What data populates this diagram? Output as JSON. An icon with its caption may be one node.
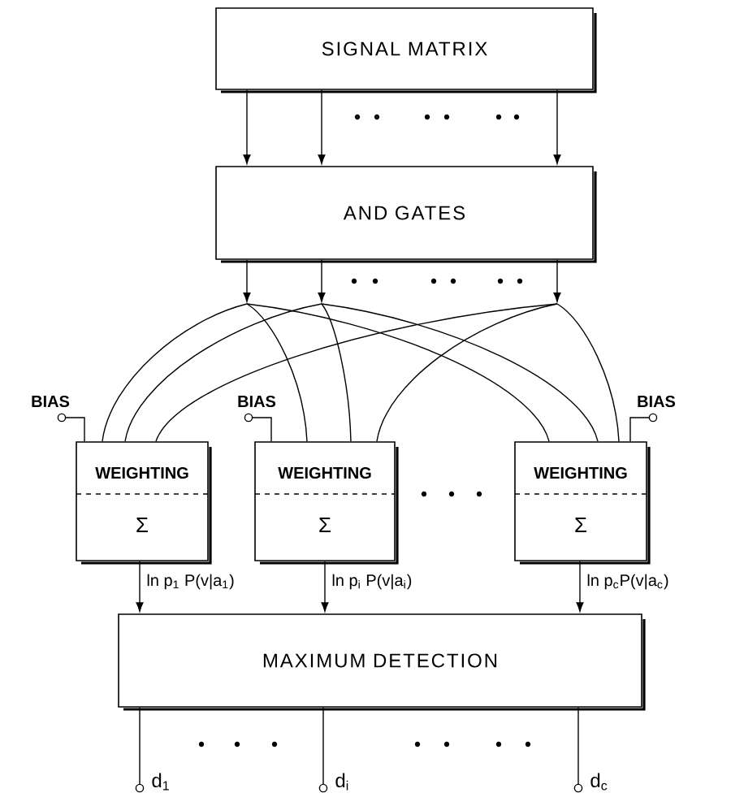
{
  "diagram": {
    "nodes": [
      {
        "text": [
          "SIGNAL MATRIX"
        ]
      },
      {
        "text": [
          "AND GATES"
        ]
      },
      {
        "text": [
          "WEIGHTING",
          "Σ"
        ]
      },
      {
        "text": [
          "WEIGHTING",
          "Σ"
        ]
      },
      {
        "text": [
          "WEIGHTING",
          "Σ"
        ]
      },
      {
        "text": [
          "MAXIMUM DETECTION"
        ]
      },
      {
        "text": [
          "BIAS"
        ]
      },
      {
        "text": [
          "BIAS"
        ]
      },
      {
        "text": [
          "BIAS"
        ]
      },
      {
        "text": [
          "d$_{1}$"
        ]
      },
      {
        "text": [
          "d$_{i}$"
        ]
      },
      {
        "text": [
          "d$_{c}$"
        ]
      }
    ],
    "edges": [
      {
        "from": 0,
        "to": 1,
        "arrow": "to"
      },
      {
        "from": 0,
        "to": 1,
        "arrow": "to"
      },
      {
        "from": 0,
        "to": 1,
        "arrow": "to"
      },
      {
        "from": 1,
        "to": null,
        "arrow": "to"
      },
      {
        "from": 1,
        "to": null,
        "arrow": "to"
      },
      {
        "from": 1,
        "to": null,
        "arrow": "to"
      },
      {
        "from": null,
        "to": 2,
        "arrow": "none"
      },
      {
        "from": null,
        "to": 3,
        "arrow": "none"
      },
      {
        "from": null,
        "to": 4,
        "arrow": "none"
      },
      {
        "from": null,
        "to": 2,
        "arrow": "none"
      },
      {
        "from": null,
        "to": 3,
        "arrow": "none"
      },
      {
        "from": null,
        "to": 4,
        "arrow": "none"
      },
      {
        "from": null,
        "to": 2,
        "arrow": "none"
      },
      {
        "from": null,
        "to": 3,
        "arrow": "none"
      },
      {
        "from": null,
        "to": 4,
        "arrow": "none"
      },
      {
        "from": 6,
        "to": 2,
        "arrow": "none"
      },
      {
        "from": 7,
        "to": 3,
        "arrow": "none"
      },
      {
        "from": 8,
        "to": 4,
        "arrow": "none"
      },
      {
        "from": 2,
        "to": 5,
        "arrow": "to",
        "label": "ln p$_{1}$ P(v|a$_{1}$)"
      },
      {
        "from": 3,
        "to": 5,
        "arrow": "to",
        "label": "ln p$_{i}$ P(v|a$_{i}$)"
      },
      {
        "from": 4,
        "to": 5,
        "arrow": "to",
        "label": "ln p$_{c}$P(v|a$_{c}$)"
      },
      {
        "from": 5,
        "to": 9,
        "arrow": "none"
      },
      {
        "from": 5,
        "to": 10,
        "arrow": "none"
      },
      {
        "from": 5,
        "to": 11,
        "arrow": "none"
      }
    ]
  }
}
